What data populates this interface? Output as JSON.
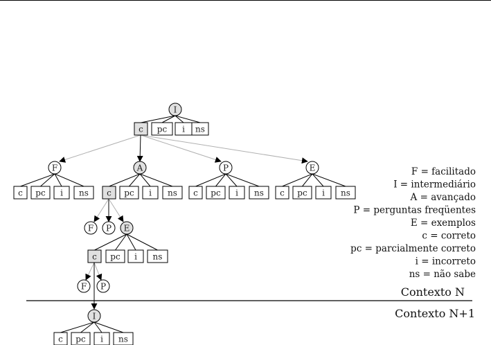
{
  "colors": {
    "highlight_fill": "#e0e0e0",
    "plain_fill": "#ffffff",
    "stroke": "#000000",
    "light_edge": "#b0b0b0"
  },
  "nodes": {
    "root": {
      "label": "I",
      "highlighted": true
    },
    "root_answers": [
      {
        "label": "c",
        "highlighted": true
      },
      {
        "label": "pc",
        "highlighted": false
      },
      {
        "label": "i",
        "highlighted": false
      },
      {
        "label": "ns",
        "highlighted": false
      }
    ],
    "level1": [
      {
        "label": "F",
        "highlighted": false,
        "answers": [
          "c",
          "pc",
          "i",
          "ns"
        ]
      },
      {
        "label": "A",
        "highlighted": true,
        "answers": [
          "c",
          "pc",
          "i",
          "ns"
        ],
        "selected_answer": "c"
      },
      {
        "label": "P",
        "highlighted": false,
        "answers": [
          "c",
          "pc",
          "i",
          "ns"
        ]
      },
      {
        "label": "E",
        "highlighted": false,
        "answers": [
          "c",
          "pc",
          "i",
          "ns"
        ]
      }
    ],
    "level2": [
      {
        "label": "F",
        "highlighted": false
      },
      {
        "label": "P",
        "highlighted": false
      },
      {
        "label": "E",
        "highlighted": true
      }
    ],
    "level2_answers": [
      {
        "label": "c",
        "highlighted": true
      },
      {
        "label": "pc",
        "highlighted": false
      },
      {
        "label": "i",
        "highlighted": false
      },
      {
        "label": "ns",
        "highlighted": false
      }
    ],
    "level3": [
      {
        "label": "F",
        "highlighted": false
      },
      {
        "label": "P",
        "highlighted": false
      }
    ],
    "next_root": {
      "label": "I",
      "highlighted": true
    },
    "next_answers": [
      "c",
      "pc",
      "i",
      "ns"
    ]
  },
  "legend": [
    "F = facilitado",
    "I = intermediário",
    "A = avançado",
    "P = perguntas freqüentes",
    "E = exemplos",
    "c = correto",
    "pc = parcialmente correto",
    "i = incorreto",
    "ns = não sabe"
  ],
  "context_labels": {
    "current": "Contexto N",
    "next": "Contexto N+1"
  }
}
